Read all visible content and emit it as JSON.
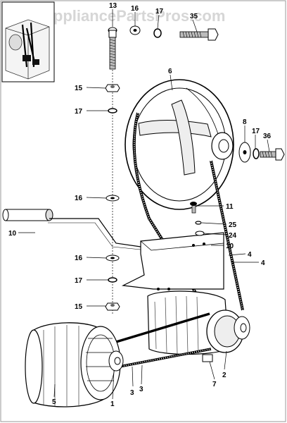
{
  "watermark": "AppliancePartsPros.com",
  "callouts": {
    "c13": "13",
    "c16a": "16",
    "c17a": "17",
    "c35": "35",
    "c6": "6",
    "c15a": "15",
    "c17b": "17",
    "c8": "8",
    "c17c": "17",
    "c36": "36",
    "c16b": "16",
    "c10a": "10",
    "c11": "11",
    "c25": "25",
    "c24": "24",
    "c10b": "10",
    "c16c": "16",
    "c4a": "4",
    "c4b": "4",
    "c17d": "17",
    "c15b": "15",
    "c2": "2",
    "c7": "7",
    "c3a": "3",
    "c3b": "3",
    "c1": "1",
    "c5": "5"
  }
}
